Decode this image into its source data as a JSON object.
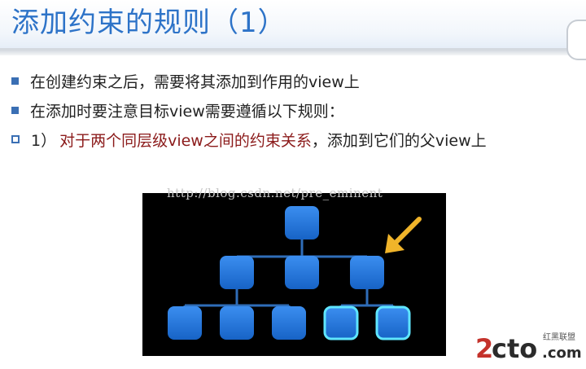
{
  "slide": {
    "title": "添加约束的规则（1）",
    "bullets": [
      {
        "text": "在创建约束之后，需要将其添加到作用的view上"
      },
      {
        "text": "在添加时要注意目标view需要遵循以下规则："
      },
      {
        "prefix": "1）",
        "highlight": "对于两个同层级view之间的约束关系",
        "rest": "，添加到它们的父view上"
      }
    ]
  },
  "watermark": "http://blog.csdn.net/pre_eminent",
  "logo": {
    "main": "2cto",
    "suffix": ".com",
    "tag": "红黑联盟"
  },
  "colors": {
    "title": "#2d73c8",
    "bullet": "#3a6fb4",
    "highlight": "#8b1a1a",
    "node": "#1f73d6",
    "highlight_node_border": "#5fe6ff",
    "arrow": "#f0b42a"
  }
}
